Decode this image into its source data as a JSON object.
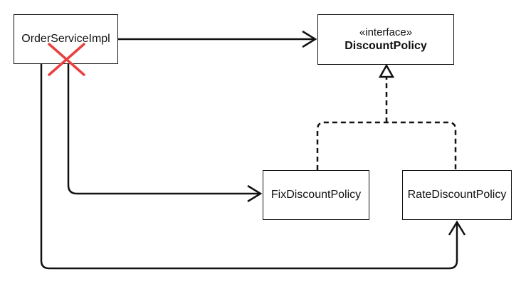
{
  "diagram": {
    "order_service": {
      "label": "OrderServiceImpl"
    },
    "discount_policy": {
      "stereotype": "«interface»",
      "name": "DiscountPolicy"
    },
    "fix_policy": {
      "label": "FixDiscountPolicy"
    },
    "rate_policy": {
      "label": "RateDiscountPolicy"
    }
  },
  "colors": {
    "line": "#111111",
    "cross": "#e8413f",
    "background": "#ffffff"
  }
}
